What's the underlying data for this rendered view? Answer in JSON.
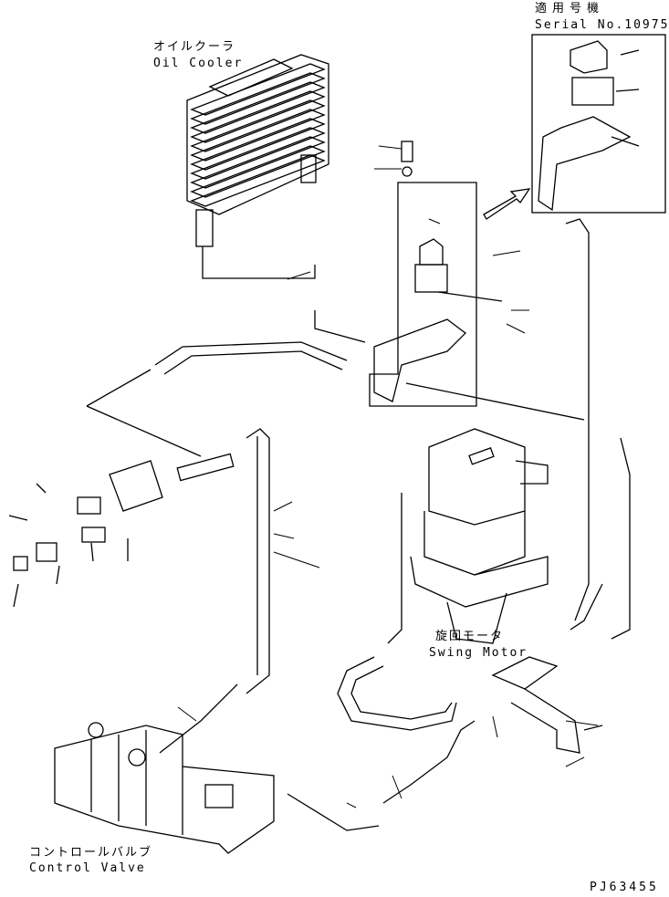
{
  "labels": {
    "oil_cooler_jp": "オイルクーラ",
    "oil_cooler_en": "Oil Cooler",
    "serial_jp": "適用号機",
    "serial_en": "Serial No.10975~",
    "swing_motor_jp": "旋回モータ",
    "swing_motor_en": "Swing Motor",
    "control_valve_jp": "コントロールバルブ",
    "control_valve_en": "Control Valve",
    "drawing_code": "PJ63455"
  },
  "colors": {
    "line": "#000000",
    "background": "#ffffff"
  }
}
